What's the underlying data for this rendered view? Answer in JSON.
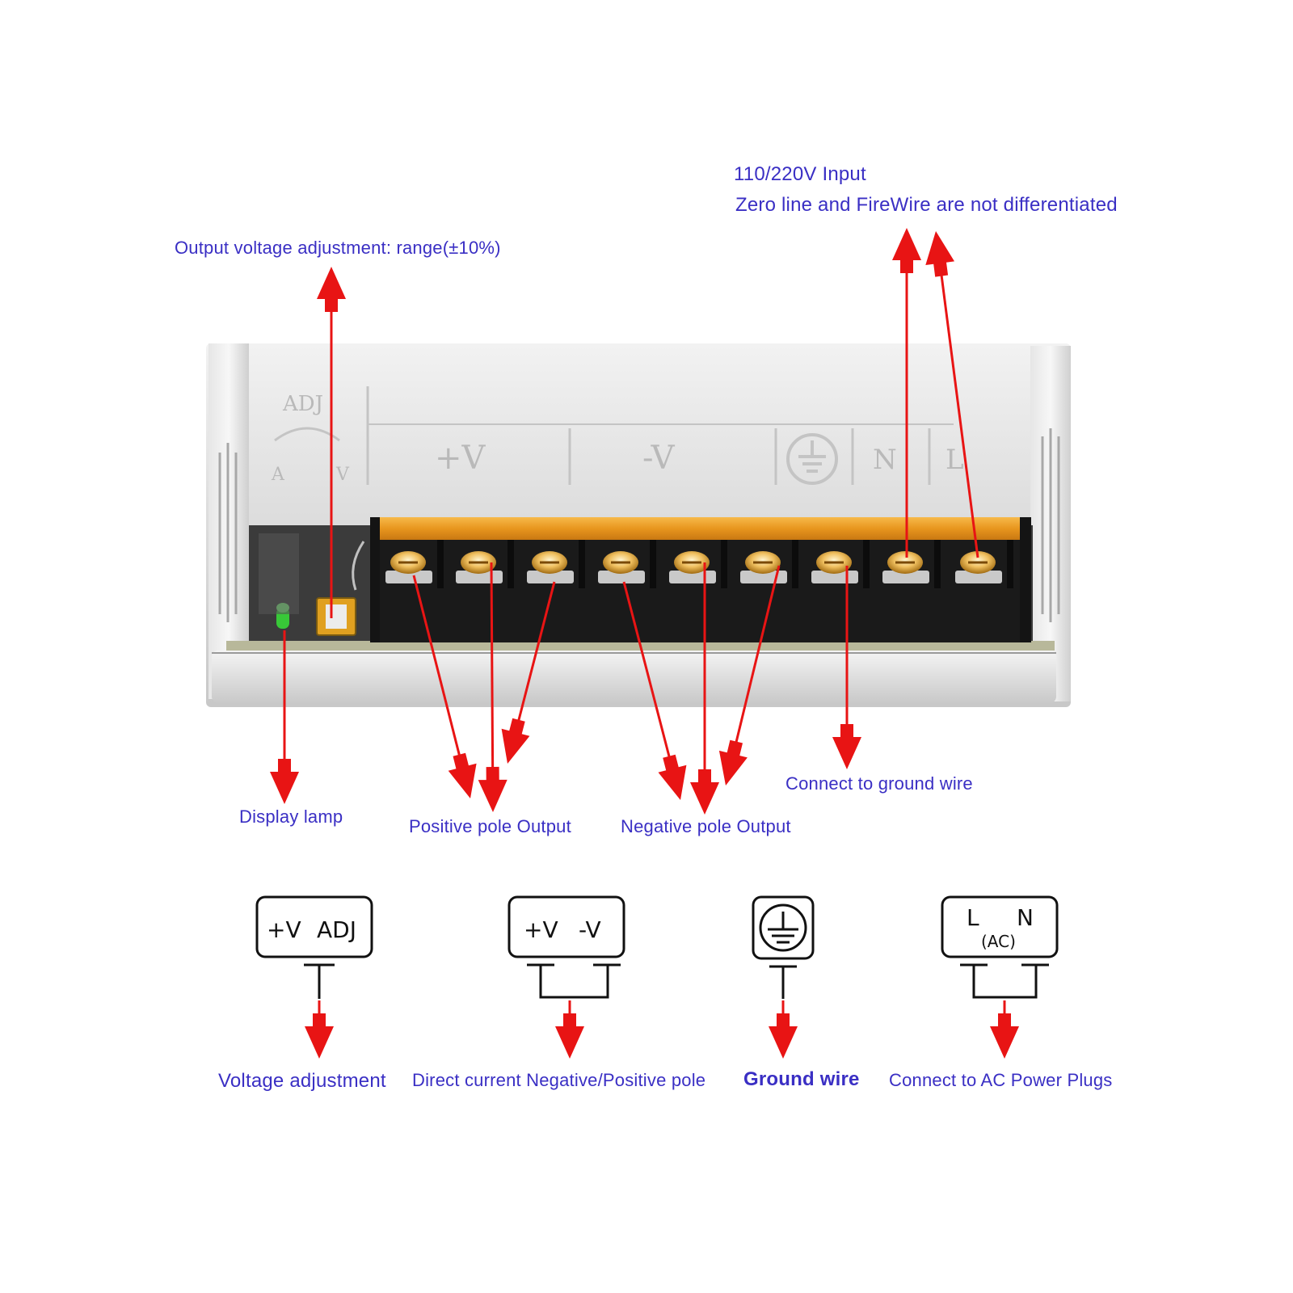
{
  "labels": {
    "input_line1": "110/220V Input",
    "input_line2": "Zero line and  FireWire are not differentiated",
    "voltage_adj": "Output voltage adjustment: range(±10%)",
    "display_lamp": "Display lamp",
    "positive_output": "Positive pole Output",
    "negative_output": "Negative pole Output",
    "ground_connect": "Connect to ground wire"
  },
  "panel": {
    "adj": "ADJ",
    "a": "A",
    "v_small": "V",
    "plus_v": "+V",
    "minus_v": "-V",
    "n": "N",
    "l": "L"
  },
  "symbols": {
    "adj_box": {
      "left": "+V",
      "right": "ADJ",
      "caption": "Voltage adjustment"
    },
    "dc_box": {
      "left": "+V",
      "right": "-V",
      "caption": "Direct current Negative/Positive pole"
    },
    "ground_box": {
      "caption": "Ground wire"
    },
    "ac_box": {
      "left": "L",
      "right": "N",
      "sub": "(AC)",
      "caption": "Connect to AC Power Plugs"
    }
  },
  "colors": {
    "label_text": "#3a2fc4",
    "arrow_red": "#e81414",
    "terminal_orange": "#f0a020",
    "terminal_black": "#1a1a1a",
    "housing_silver": "#d4d4d4"
  },
  "icons": [
    "ground-symbol-icon",
    "led-lamp-icon",
    "potentiometer-icon",
    "screw-terminal-icon"
  ]
}
